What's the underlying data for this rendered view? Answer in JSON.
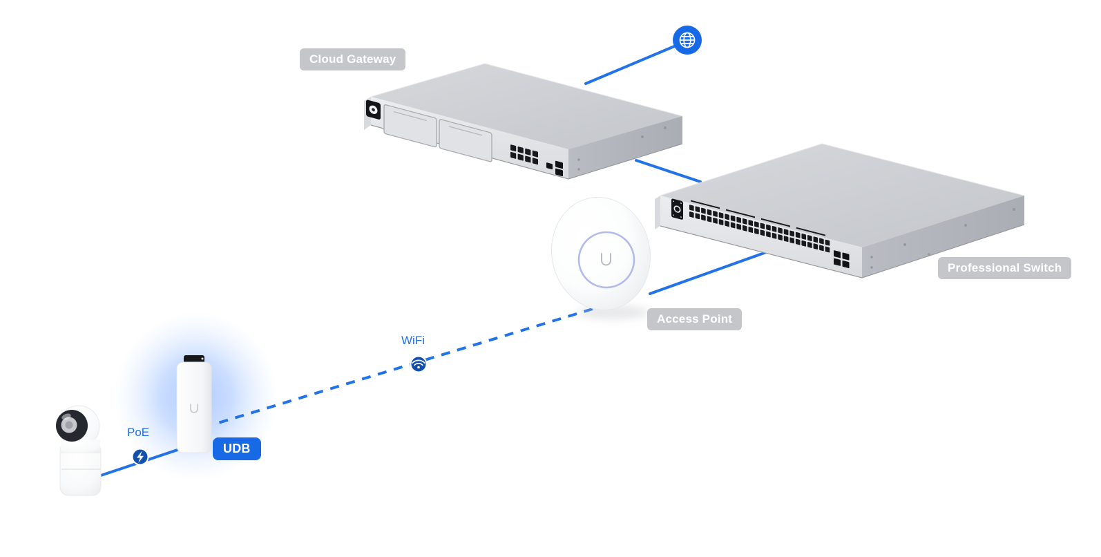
{
  "diagram": {
    "nodes": [
      {
        "id": "internet",
        "icon": "globe-icon"
      },
      {
        "id": "cloud_gateway",
        "label": "Cloud Gateway"
      },
      {
        "id": "professional_switch",
        "label": "Professional Switch"
      },
      {
        "id": "access_point",
        "label": "Access Point",
        "icon": "ubiquiti-u-logo"
      },
      {
        "id": "udb",
        "label": "UDB",
        "icon": "ubiquiti-u-logo"
      },
      {
        "id": "camera"
      }
    ],
    "links": [
      {
        "from": "internet",
        "to": "cloud_gateway",
        "type": "wired"
      },
      {
        "from": "cloud_gateway",
        "to": "professional_switch",
        "type": "wired"
      },
      {
        "from": "professional_switch",
        "to": "access_point",
        "type": "wired"
      },
      {
        "from": "access_point",
        "to": "udb",
        "type": "wifi",
        "label": "WiFi",
        "icon": "wifi-icon",
        "style": "dashed"
      },
      {
        "from": "udb",
        "to": "camera",
        "type": "poe",
        "label": "PoE",
        "icon": "poe-bolt-icon",
        "style": "solid"
      }
    ],
    "colors": {
      "background": "#ffffff",
      "link_blue": "#2273e8",
      "label_text_blue": "#1e6fe8",
      "icon_circle_dark_blue": "#1350ad",
      "globe_circle_blue": "#1769e6",
      "udb_badge_blue": "#1769e6",
      "badge_gray": "#c4c6ca",
      "badge_text": "#ffffff",
      "device_top_gray": "#cbced3",
      "device_front_gray": "#e7e9eb",
      "device_side_gray": "#b2b5bb",
      "udb_glow_blue": "#78a8ff"
    }
  }
}
